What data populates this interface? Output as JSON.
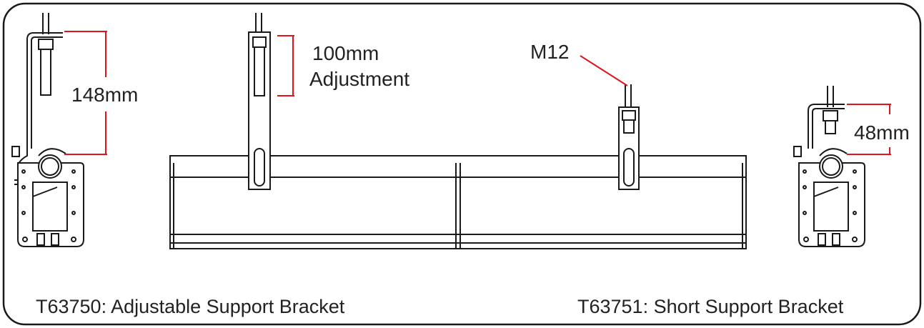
{
  "labels": {
    "adjustable_height": "148mm",
    "adjustment_line1": "100mm",
    "adjustment_line2": "Adjustment",
    "thread": "M12",
    "short_height": "48mm"
  },
  "captions": {
    "left": "T63750: Adjustable Support Bracket",
    "right": "T63751: Short Support Bracket"
  },
  "colors": {
    "line": "#1a1a1a",
    "dimension": "#e0141e",
    "frame": "#1a1a1a",
    "background": "#ffffff"
  }
}
